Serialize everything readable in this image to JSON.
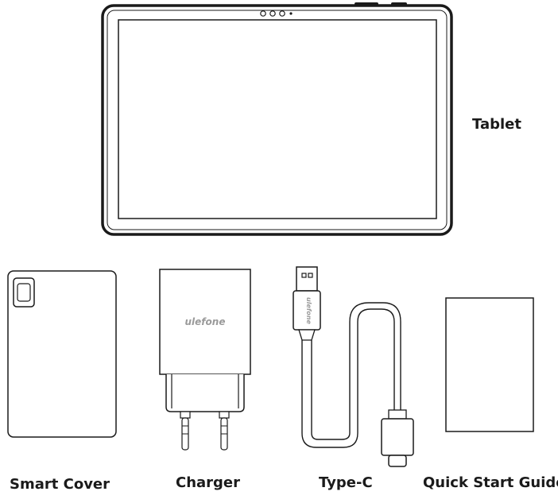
{
  "items": {
    "tablet": {
      "label": "Tablet"
    },
    "smart_cover": {
      "label": "Smart Cover"
    },
    "charger": {
      "label": "Charger",
      "brand": "ulefone"
    },
    "cable": {
      "label": "Type-C",
      "brand": "ulefone"
    },
    "guide": {
      "label": "Quick Start Guide"
    }
  },
  "colors": {
    "line": "#1a1a1a",
    "brand_text": "#9a9a9a",
    "background": "#ffffff"
  }
}
